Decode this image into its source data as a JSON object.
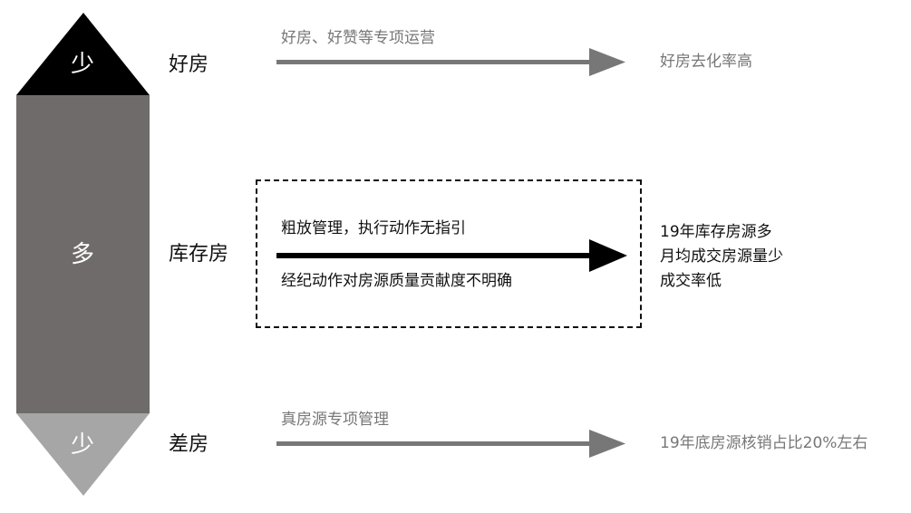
{
  "left_bar": {
    "top_label": "少",
    "middle_label": "多",
    "bottom_label": "少",
    "colors": {
      "top": "#000000",
      "middle": "#6f6b6b",
      "bottom": "#a6a6a6"
    }
  },
  "rows": [
    {
      "label": "好房",
      "caption": "好房、好赞等专项运营",
      "result": "好房去化率高",
      "arrow_color": "#777777"
    },
    {
      "label": "库存房",
      "caption_top": "粗放管理，执行动作无指引",
      "caption_bottom": "经纪动作对房源质量贡献度不明确",
      "result_lines": [
        "19年库存房源多",
        "月均成交房源量少",
        "成交率低"
      ],
      "arrow_color": "#000000"
    },
    {
      "label": "差房",
      "caption": "真房源专项管理",
      "result": "19年底房源核销占比20%左右",
      "arrow_color": "#777777"
    }
  ]
}
